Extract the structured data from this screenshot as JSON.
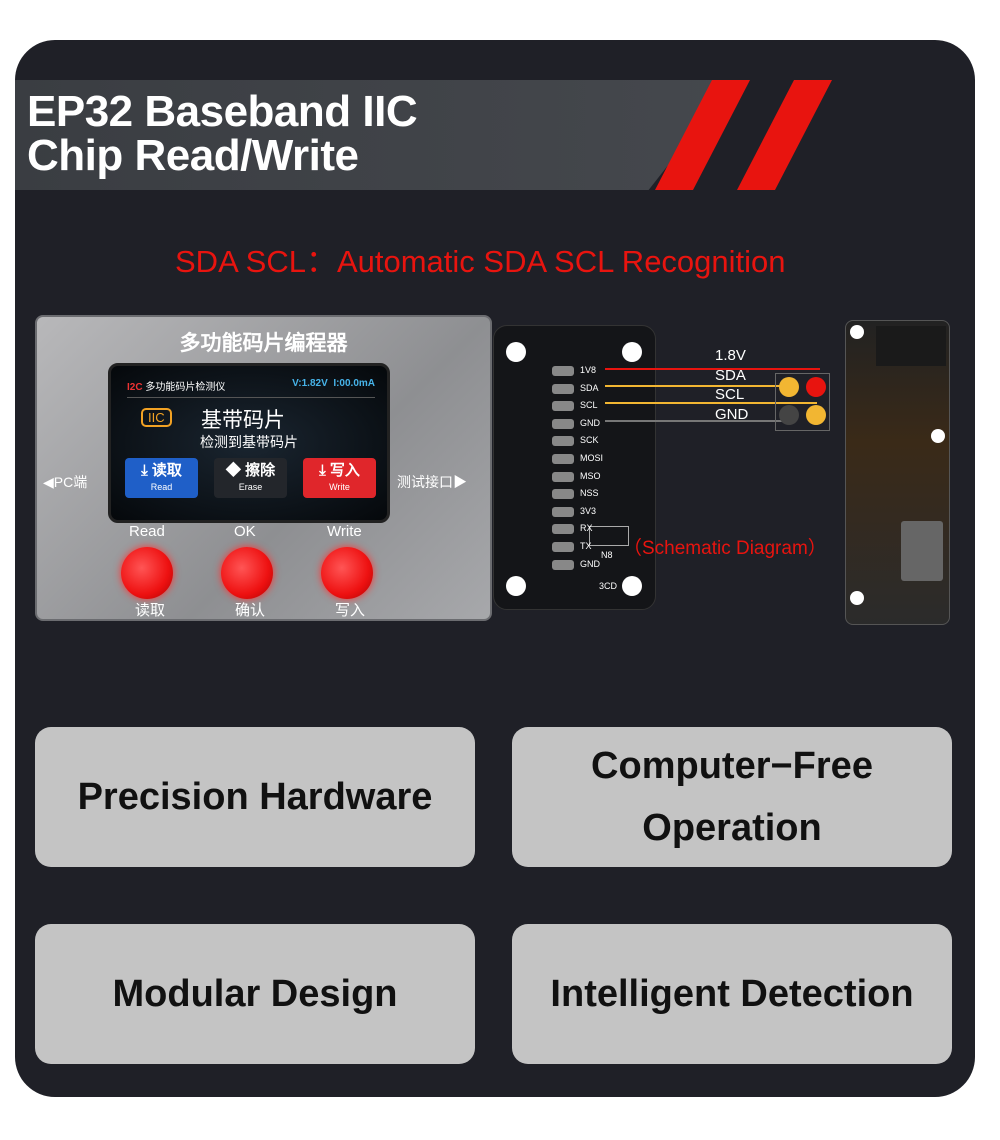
{
  "header": {
    "title_line1": "EP32 Baseband IIC",
    "title_line2": "Chip Read/Write"
  },
  "subtitle": "SDA SCL：Automatic SDA SCL Recognition",
  "device": {
    "title": "多功能码片编程器",
    "left_port": "◀PC端",
    "right_port": "测试接口▶",
    "screen": {
      "logo": "I2C",
      "app": "多功能码片检测仪",
      "voltage": "V:1.82V",
      "current": "I:00.0mA",
      "mode_badge": "IIC",
      "chip": "基带码片",
      "status": "检测到基带码片",
      "buttons": [
        {
          "cn": "读取",
          "en": "Read",
          "color": "#1f5fc8"
        },
        {
          "cn": "擦除",
          "en": "Erase",
          "color": "#23262b"
        },
        {
          "cn": "写入",
          "en": "Write",
          "color": "#e0262b"
        }
      ]
    },
    "keys": [
      {
        "top": "Read",
        "bottom": "读取"
      },
      {
        "top": "OK",
        "bottom": "确认"
      },
      {
        "top": "Write",
        "bottom": "写入"
      }
    ]
  },
  "adapter": {
    "pins": [
      "1V8",
      "SDA",
      "SCL",
      "GND",
      "SCK",
      "MOSI",
      "MSO",
      "NSS",
      "3V3",
      "RX",
      "TX",
      "GND"
    ],
    "socket_label": "N8",
    "bottom_label": "3CD"
  },
  "wiring": {
    "labels": [
      "1.8V",
      "SDA",
      "SCL",
      "GND"
    ],
    "colors": {
      "1.8V": "#e8140f",
      "SDA": "#f2b632",
      "SCL": "#f2b632",
      "GND": "#666666"
    }
  },
  "schematic_label": "（Schematic Diagram）",
  "features": [
    "Precision Hardware",
    "Computer−Free Operation",
    "Modular Design",
    "Intelligent Detection"
  ],
  "colors": {
    "accent": "#e8140f",
    "panel": "#1f2027",
    "card": "#c4c4c4"
  }
}
